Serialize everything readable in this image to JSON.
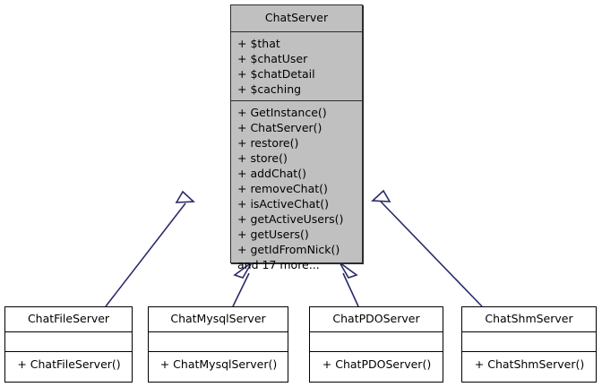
{
  "diagram": {
    "kind": "uml-class-inheritance-diagram",
    "background": "#ffffff",
    "base_fill": "#c0c0c0",
    "sub_fill": "#ffffff",
    "border_color": "#000000",
    "edge_color": "#2a2a6a",
    "base_class": {
      "name": "ChatServer",
      "attributes": [
        "+ $that",
        "+ $chatUser",
        "+ $chatDetail",
        "+ $caching"
      ],
      "operations": [
        "+ GetInstance()",
        "+ ChatServer()",
        "+ restore()",
        "+ store()",
        "+ addChat()",
        "+ removeChat()",
        "+ isActiveChat()",
        "+ getActiveUsers()",
        "+ getUsers()",
        "+ getIdFromNick()",
        "and 17 more..."
      ]
    },
    "subclasses": [
      {
        "name": "ChatFileServer",
        "attributes": [],
        "operations": [
          "+ ChatFileServer()"
        ]
      },
      {
        "name": "ChatMysqlServer",
        "attributes": [],
        "operations": [
          "+ ChatMysqlServer()"
        ]
      },
      {
        "name": "ChatPDOServer",
        "attributes": [],
        "operations": [
          "+ ChatPDOServer()"
        ]
      },
      {
        "name": "ChatShmServer",
        "attributes": [],
        "operations": [
          "+ ChatShmServer()"
        ]
      }
    ],
    "relations": [
      {
        "type": "generalization",
        "from": "ChatFileServer",
        "to": "ChatServer"
      },
      {
        "type": "generalization",
        "from": "ChatMysqlServer",
        "to": "ChatServer"
      },
      {
        "type": "generalization",
        "from": "ChatPDOServer",
        "to": "ChatServer"
      },
      {
        "type": "generalization",
        "from": "ChatShmServer",
        "to": "ChatServer"
      }
    ]
  }
}
